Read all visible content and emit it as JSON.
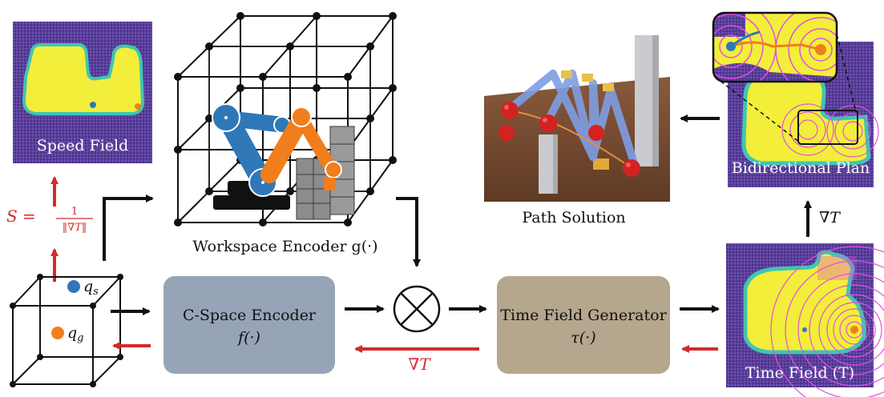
{
  "panels": {
    "speed_field": {
      "label": "Speed Field"
    },
    "workspace_encoder": {
      "label": "Workspace Encoder g(·)"
    },
    "path_solution": {
      "label": "Path Solution"
    },
    "bidirectional_plan": {
      "label": "Bidirectional Plan"
    },
    "time_field": {
      "label": "Time Field (T)"
    }
  },
  "blocks": {
    "cspace_encoder": {
      "label": "C-Space Encoder",
      "func": "f(·)"
    },
    "time_field_generator": {
      "label": "Time Field Generator",
      "func": "τ(·)"
    }
  },
  "symbols": {
    "q_start": "q",
    "q_start_sub": "s",
    "q_goal": "q",
    "q_goal_sub": "g",
    "grad_t_bottom": "∇T",
    "grad_t_right": "∇T",
    "speed_formula_lhs": "S =",
    "speed_formula_num": "1",
    "speed_formula_den": "‖∇T‖",
    "product_op": "⊗"
  },
  "colors": {
    "field_purple": "#5a3f9a",
    "field_yellow": "#f2ee3a",
    "field_teal": "#3fc6b4",
    "contour_magenta": "#e34fe0",
    "robot_blue": "#2f78b8",
    "robot_orange": "#f07e1c",
    "cspace_block": "#97a4b8",
    "time_gen_block": "#b5a68e",
    "arrow_red": "#d42a2a",
    "start_dot": "#2f78b8",
    "goal_dot": "#f07e1c"
  }
}
